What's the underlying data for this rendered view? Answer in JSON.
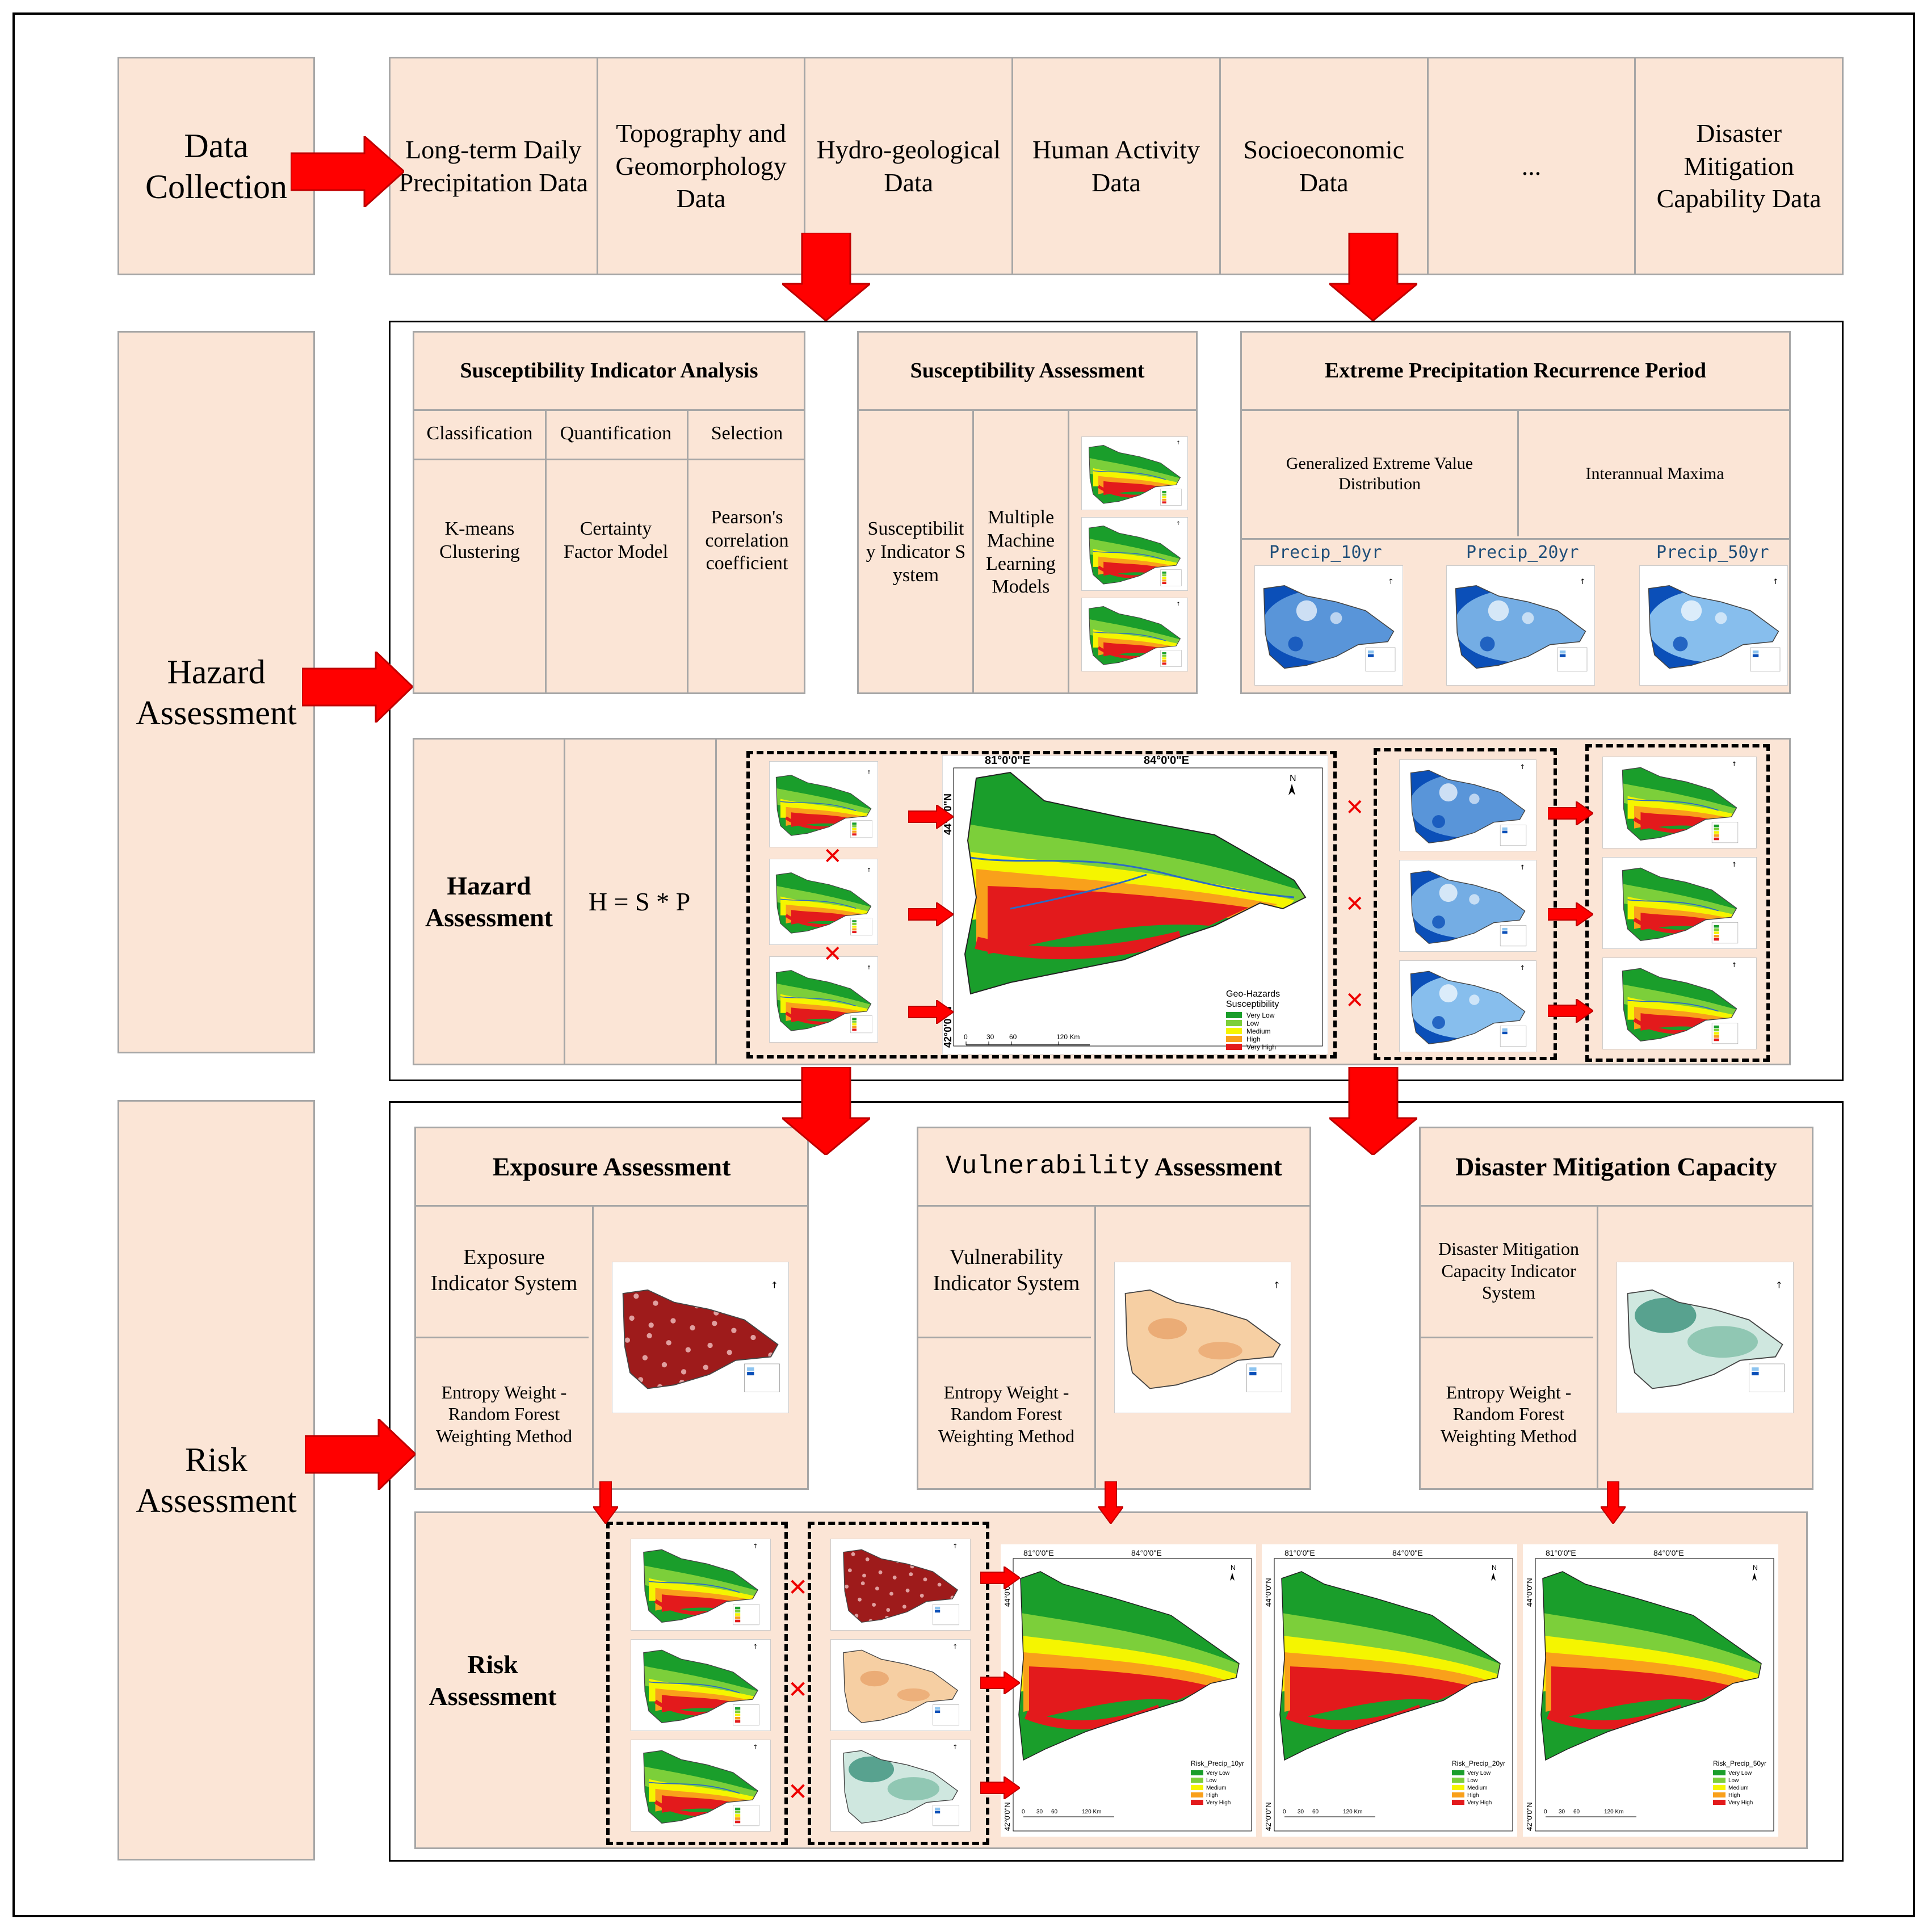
{
  "colors": {
    "peach": "#fbe5d6",
    "peach_border": "#a6a6a6",
    "arrow": "#ff0000",
    "arrow_border": "#c00000",
    "sus_very_low": "#1a9e2b",
    "sus_low": "#7ccf3a",
    "sus_medium": "#f5f500",
    "sus_high": "#f9a01b",
    "sus_very_high": "#e31a1c",
    "precip_deep": "#0b4fb8",
    "precip_light": "#8ec4ef",
    "exposure": "#9e1b1b",
    "vulnerability": "#f6cfa3",
    "mitigation": "#4a9a86"
  },
  "stages": {
    "data_collection": "Data Collection",
    "hazard": "Hazard Assessment",
    "risk": "Risk Assessment"
  },
  "data_items": [
    "Long-term Daily Precipitation Data",
    "Topography and Geomorphology Data",
    "Hydro-geological Data",
    "Human Activity Data",
    "Socioeconomic Data",
    "...",
    "Disaster Mitigation Capability Data"
  ],
  "susceptibility_indicator": {
    "title": "Susceptibility Indicator Analysis",
    "cols": [
      "Classification",
      "Quantification",
      "Selection"
    ],
    "methods": [
      "K-means Clustering",
      "Certainty Factor Model",
      "Pearson's correlation coefficient"
    ]
  },
  "susceptibility_assessment": {
    "title": "Susceptibility Assessment",
    "c1": "Susceptibility Indicator System",
    "c2": "Multiple Machine Learning Models"
  },
  "extreme_precip": {
    "title": "Extreme Precipitation Recurrence Period",
    "c1": "Generalized Extreme Value Distribution",
    "c2": "Interannual Maxima",
    "maps": [
      "Precip_10yr",
      "Precip_20yr",
      "Precip_50yr"
    ]
  },
  "hazard_row": {
    "label": "Hazard Assessment",
    "formula": "H = S * P",
    "big_map": {
      "lon_labels": [
        "81°0'0\"E",
        "84°0'0\"E"
      ],
      "lat_labels": [
        "44°0'0\"N",
        "42°0'0\"N"
      ],
      "legend_title": "Geo-Hazards Susceptibility",
      "legend_items": [
        "Very Low",
        "Low",
        "Medium",
        "High",
        "Very High"
      ],
      "scale": [
        "0",
        "30",
        "60",
        "120 Km"
      ],
      "north": "N"
    }
  },
  "exposure": {
    "title": "Exposure Assessment",
    "indicator": "Exposure Indicator System",
    "method": "Entropy Weight - Random Forest Weighting Method"
  },
  "vulnerability": {
    "title_mono": "Vulnerability",
    "title_rest": " Assessment",
    "indicator": "Vulnerability Indicator System",
    "method": "Entropy Weight - Random Forest Weighting Method"
  },
  "mitigation": {
    "title": "Disaster Mitigation Capacity",
    "indicator": "Disaster Mitigation Capacity Indicator System",
    "method": "Entropy Weight - Random Forest Weighting Method"
  },
  "risk_row": {
    "label": "Risk Assessment",
    "maps": [
      {
        "legend_title": "Risk_Precip_10yr"
      },
      {
        "legend_title": "Risk_Precip_20yr"
      },
      {
        "legend_title": "Risk_Precip_50yr"
      }
    ],
    "lon_labels": [
      "81°0'0\"E",
      "84°0'0\"E"
    ],
    "lat_labels": [
      "44°0'0\"N",
      "42°0'0\"N"
    ],
    "legend_items": [
      "Very Low",
      "Low",
      "Medium",
      "High",
      "Very High"
    ],
    "scale": [
      "0",
      "30",
      "60",
      "120 Km"
    ],
    "north": "N"
  }
}
